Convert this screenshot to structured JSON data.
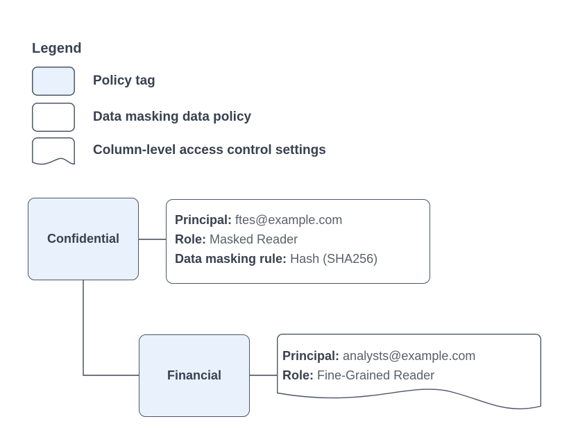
{
  "legend": {
    "title": "Legend",
    "items": [
      {
        "label": "Policy tag",
        "shape": "rounded-rect-filled",
        "swatch_fill": "#e9f1fd",
        "icon": "policy-tag-swatch-icon"
      },
      {
        "label": "Data masking data policy",
        "shape": "rounded-rect",
        "swatch_fill": "#ffffff",
        "icon": "data-masking-policy-swatch-icon"
      },
      {
        "label": "Column-level access control settings",
        "shape": "document-wavy",
        "swatch_fill": "#ffffff",
        "icon": "column-access-settings-swatch-icon"
      }
    ]
  },
  "diagram": {
    "nodes": [
      {
        "id": "confidential",
        "label": "Confidential"
      },
      {
        "id": "financial",
        "label": "Financial"
      }
    ],
    "details": [
      {
        "id": "confidential-policy",
        "shape": "rounded-rect",
        "lines": [
          {
            "key": "Principal:",
            "value": "ftes@example.com"
          },
          {
            "key": "Role:",
            "value": "Masked Reader"
          },
          {
            "key": "Data masking rule:",
            "value": "Hash (SHA256)"
          }
        ]
      },
      {
        "id": "financial-settings",
        "shape": "document-wavy",
        "lines": [
          {
            "key": "Principal:",
            "value": "analysts@example.com"
          },
          {
            "key": "Role:",
            "value": "Fine-Grained Reader"
          }
        ]
      }
    ],
    "edges": [
      {
        "from": "confidential",
        "to": "confidential-policy"
      },
      {
        "from": "confidential",
        "to": "financial"
      },
      {
        "from": "financial",
        "to": "financial-settings"
      }
    ]
  },
  "colors": {
    "node_fill": "#e9f1fd",
    "stroke": "#4b5666",
    "text": "#38414f",
    "value_text": "#5a6068",
    "background": "#ffffff"
  }
}
